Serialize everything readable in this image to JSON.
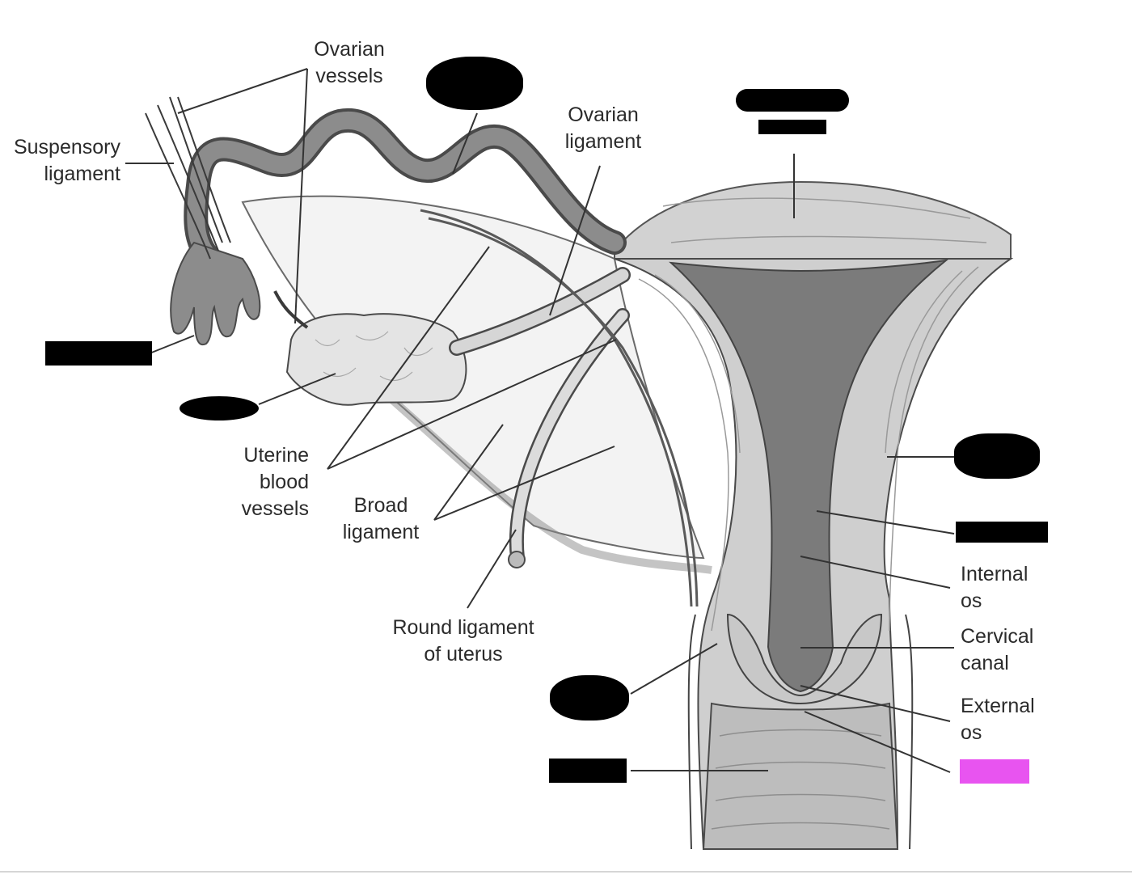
{
  "labels": {
    "suspensory_ligament": "Suspensory\nligament",
    "ovarian_vessels": "Ovarian\nvessels",
    "ovarian_ligament": "Ovarian\nligament",
    "uterine_blood_vessels": "Uterine\nblood\nvessels",
    "broad_ligament": "Broad\nligament",
    "round_ligament": "Round ligament\nof uterus",
    "internal_os": "Internal\nos",
    "cervical_canal": "Cervical\ncanal",
    "external_os": "External\nos"
  },
  "colors": {
    "highlight": "#e854f0",
    "redaction": "#000000",
    "tissue_light": "#e9e9e9",
    "tissue_mid": "#c4c4c4",
    "tissue_dark": "#8a8a8a",
    "outline": "#4a4a4a"
  }
}
